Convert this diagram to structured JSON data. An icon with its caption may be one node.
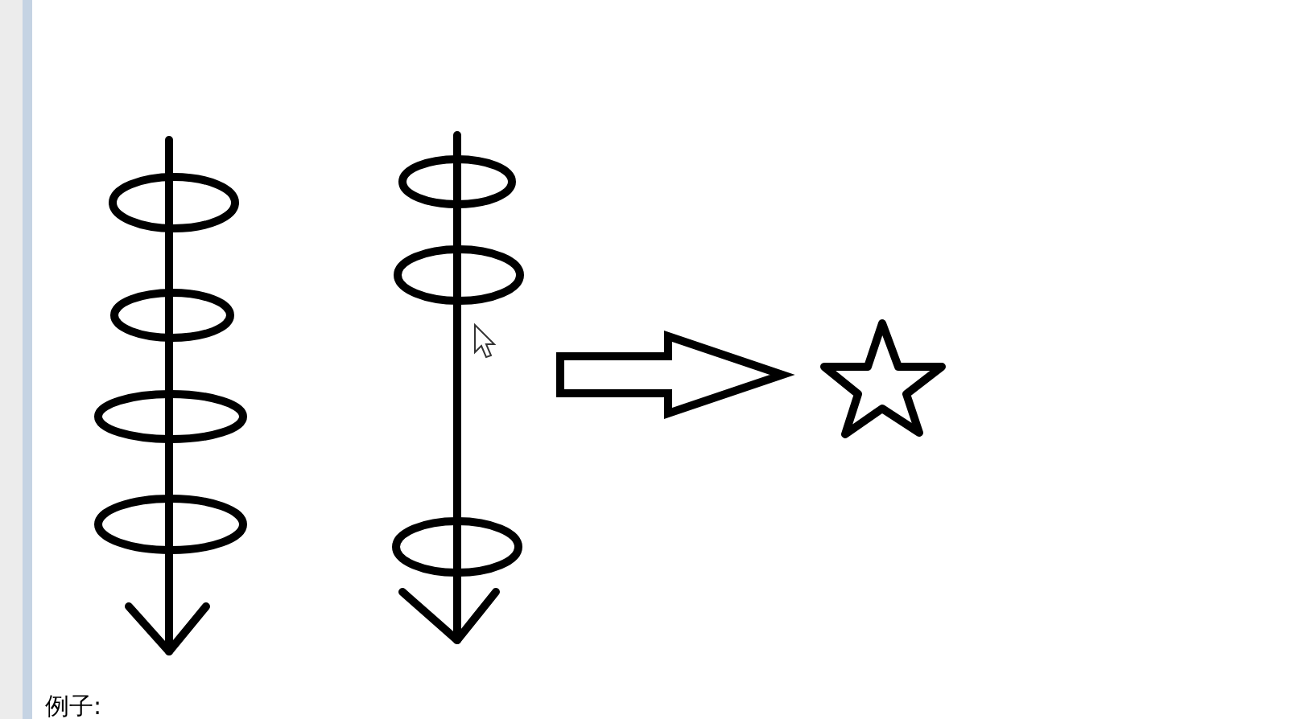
{
  "diagram": {
    "nodes": [
      {
        "text": [],
        "shape": "picture"
      },
      {
        "text": [],
        "shape": "picture"
      },
      {
        "text": [],
        "shape": "star"
      }
    ],
    "edges": [
      {
        "from": 1,
        "to": 2,
        "arrow": "to"
      }
    ],
    "labels": [
      "例子:"
    ]
  }
}
